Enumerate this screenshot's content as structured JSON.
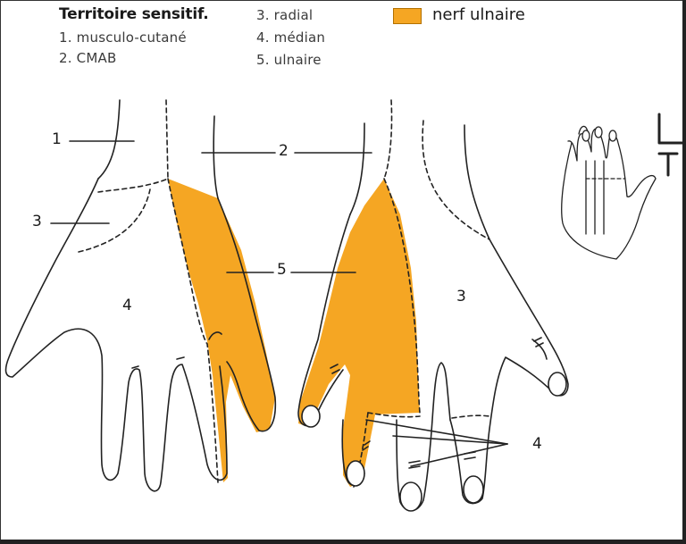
{
  "header": {
    "title": "Territoire sensitif.",
    "items": [
      "1. musculo-cutané",
      "2. CMAB",
      "3. radial",
      "4. médian",
      "5. ulnaire"
    ]
  },
  "legend": {
    "label": "nerf ulnaire",
    "color": "#F5A623"
  },
  "labels": {
    "l1": "1",
    "l2": "2",
    "l3_left": "3",
    "l3_right": "3",
    "l4_left": "4",
    "l4_right": "4",
    "l5": "5"
  },
  "icons": {
    "orientation": "orientation-symbol-icon",
    "thumbnail": "hand-thumbnail-icon"
  }
}
